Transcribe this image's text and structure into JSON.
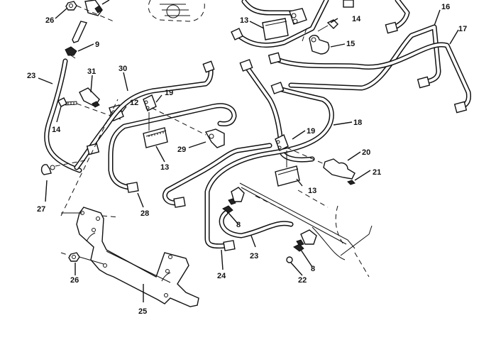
{
  "figure": {
    "type": "exploded parts diagram",
    "subject": "fuel injection lines, clamps and support bracket"
  },
  "callouts": [
    {
      "id": "c26a",
      "label": "26",
      "part": "nut"
    },
    {
      "id": "c9",
      "label": "9",
      "part": "hose clamp"
    },
    {
      "id": "c23a",
      "label": "23",
      "part": "fuel return hose"
    },
    {
      "id": "c31",
      "label": "31",
      "part": "clamp"
    },
    {
      "id": "c30",
      "label": "30",
      "part": "fuel injection line"
    },
    {
      "id": "c19a",
      "label": "19",
      "part": "tube clamp"
    },
    {
      "id": "c12",
      "label": "12",
      "part": "clamp"
    },
    {
      "id": "c14a",
      "label": "14",
      "part": "screw"
    },
    {
      "id": "c13a",
      "label": "13",
      "part": "grommet"
    },
    {
      "id": "c14b",
      "label": "14",
      "part": "screw"
    },
    {
      "id": "c15",
      "label": "15",
      "part": "clamp"
    },
    {
      "id": "c16",
      "label": "16",
      "part": "fuel injection line"
    },
    {
      "id": "c17",
      "label": "17",
      "part": "fuel injection line"
    },
    {
      "id": "c18",
      "label": "18",
      "part": "fuel injection line"
    },
    {
      "id": "c19b",
      "label": "19",
      "part": "tube clamp"
    },
    {
      "id": "c20",
      "label": "20",
      "part": "clamp bracket"
    },
    {
      "id": "c21",
      "label": "21",
      "part": "screw"
    },
    {
      "id": "c13b",
      "label": "13",
      "part": "grommet"
    },
    {
      "id": "c29",
      "label": "29",
      "part": "clamp"
    },
    {
      "id": "c13c",
      "label": "13",
      "part": "grommet"
    },
    {
      "id": "c27",
      "label": "27",
      "part": "clip"
    },
    {
      "id": "c28",
      "label": "28",
      "part": "fuel injection line"
    },
    {
      "id": "c8a",
      "label": "8",
      "part": "hose clamp"
    },
    {
      "id": "c23b",
      "label": "23",
      "part": "fuel return hose"
    },
    {
      "id": "c8b",
      "label": "8",
      "part": "hose clamp"
    },
    {
      "id": "c22",
      "label": "22",
      "part": "plug"
    },
    {
      "id": "c24",
      "label": "24",
      "part": "fuel injection line"
    },
    {
      "id": "c26b",
      "label": "26",
      "part": "nut"
    },
    {
      "id": "c25",
      "label": "25",
      "part": "support bracket"
    }
  ]
}
